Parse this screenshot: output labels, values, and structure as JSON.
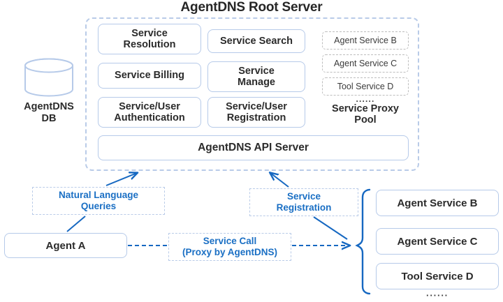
{
  "title": "AgentDNS Root Server",
  "database": {
    "icon": "database-cylinder-icon",
    "label": "AgentDNS\nDB",
    "label_line1": "AgentDNS",
    "label_line2": "DB"
  },
  "root_server": {
    "modules": [
      {
        "id": "service-resolution",
        "label": "Service\nResolution"
      },
      {
        "id": "service-search",
        "label": "Service Search"
      },
      {
        "id": "service-billing",
        "label": "Service Billing"
      },
      {
        "id": "service-manage",
        "label": "Service\nManage"
      },
      {
        "id": "service-user-authentication",
        "label": "Service/User\nAuthentication"
      },
      {
        "id": "service-user-registration",
        "label": "Service/User\nRegistration"
      }
    ],
    "api_server": {
      "id": "agentdns-api-server",
      "label": "AgentDNS API Server"
    },
    "proxy_pool": {
      "items": [
        {
          "id": "proxy-agent-service-b",
          "label": "Agent Service B"
        },
        {
          "id": "proxy-agent-service-c",
          "label": "Agent Service C"
        },
        {
          "id": "proxy-tool-service-d",
          "label": "Tool Service D"
        }
      ],
      "ellipsis": "······",
      "label_line1": "Service Proxy",
      "label_line2": "Pool"
    }
  },
  "flow": {
    "agent_a": {
      "id": "agent-a",
      "label": "Agent A"
    },
    "natural_language_queries": {
      "line1": "Natural Language",
      "line2": "Queries"
    },
    "service_registration": {
      "line1": "Service",
      "line2": "Registration"
    },
    "service_call": {
      "line1": "Service Call",
      "line2": "(Proxy by AgentDNS)"
    }
  },
  "external_services": {
    "items": [
      {
        "id": "agent-service-b",
        "label": "Agent Service B"
      },
      {
        "id": "agent-service-c",
        "label": "Agent Service C"
      },
      {
        "id": "tool-service-d",
        "label": "Tool Service D"
      }
    ],
    "ellipsis": "······"
  },
  "colors": {
    "accent_blue": "#1a6fc4",
    "line_blue": "#1668c1",
    "box_border": "#b6cae9",
    "dashed_border": "#b9cbe8",
    "proxy_border": "#bdbdbd",
    "text_dark": "#2b2b2b",
    "background": "#ffffff"
  }
}
